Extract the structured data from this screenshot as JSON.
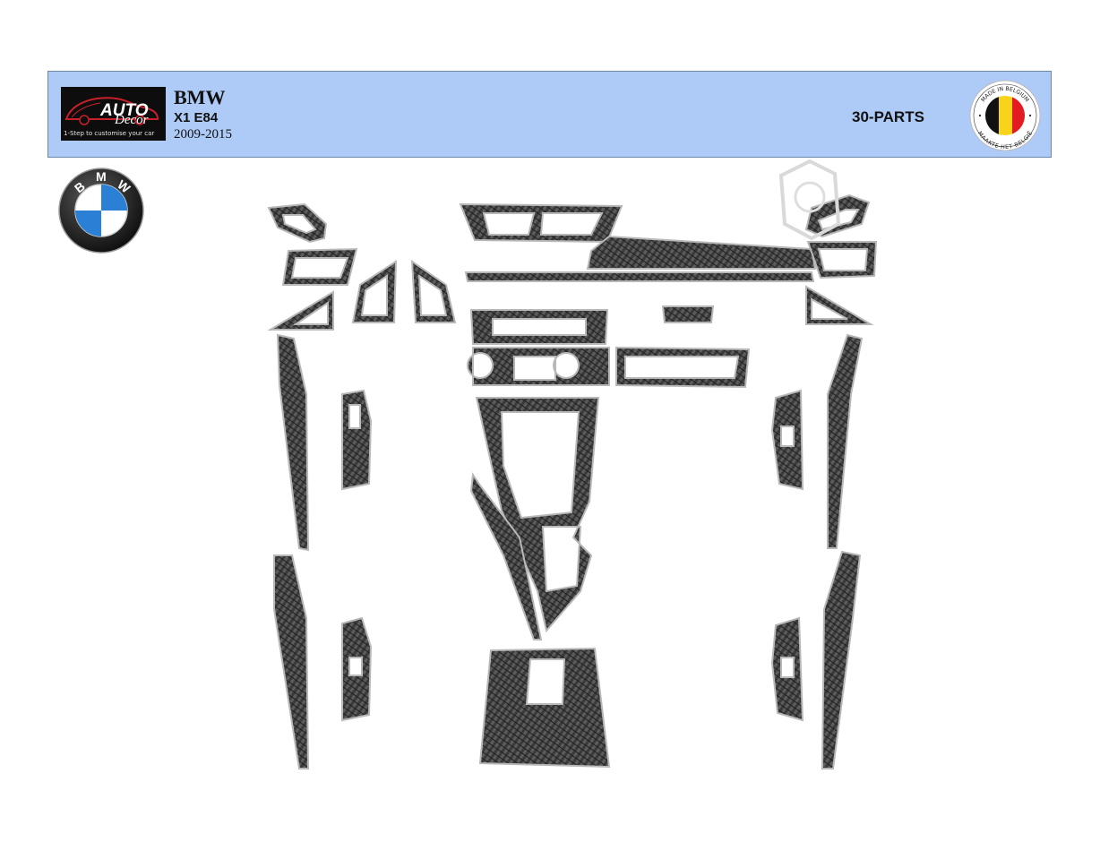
{
  "header": {
    "logo": {
      "brand_word_1": "AUTO",
      "brand_word_2": "Decor",
      "tagline": "1-Step to customise your car"
    },
    "make": "BMW",
    "model": "X1 E84",
    "years": "2009-2015",
    "parts_count": "30-PARTS",
    "badge": {
      "top_text": "MADE IN BELGIUM",
      "bottom_text": "MAAKTE HET BELGIË",
      "flag_colors": [
        "#111111",
        "#f7d41a",
        "#e31b23"
      ]
    }
  },
  "bmw_logo": {
    "letters": [
      "B",
      "M",
      "W"
    ],
    "colors": {
      "blue": "#2b7fd4",
      "white": "#ffffff",
      "ring": "#1a1a1a"
    }
  },
  "parts_image": {
    "material": "carbon-fiber",
    "icon": "car-interior-trim-kit"
  }
}
